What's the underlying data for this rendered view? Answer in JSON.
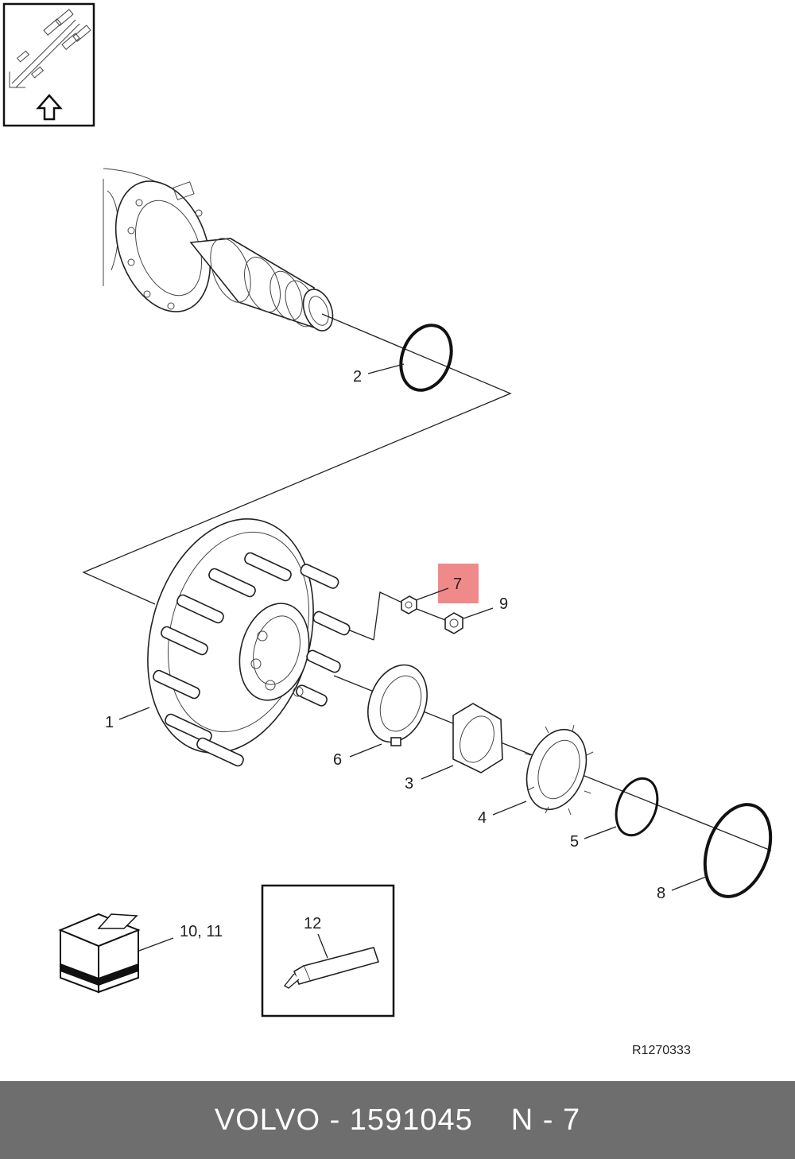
{
  "callouts": {
    "c1": "1",
    "c2": "2",
    "c3": "3",
    "c4": "4",
    "c5": "5",
    "c6": "6",
    "c7": "7",
    "c8": "8",
    "c9": "9",
    "c10_11": "10, 11",
    "c12": "12"
  },
  "reference_code": "R1270333",
  "footer": {
    "brand_part": "VOLVO - 1591045",
    "position": "N - 7"
  },
  "colors": {
    "highlight": "#f08a8a",
    "footer_bg": "#6e6e6e",
    "line": "#222222"
  },
  "icons": {
    "orientation": "truck-axle-orientation-icon",
    "direction": "arrow-up-icon",
    "kit": "package-box-icon",
    "sealant": "sealant-tube-icon"
  }
}
